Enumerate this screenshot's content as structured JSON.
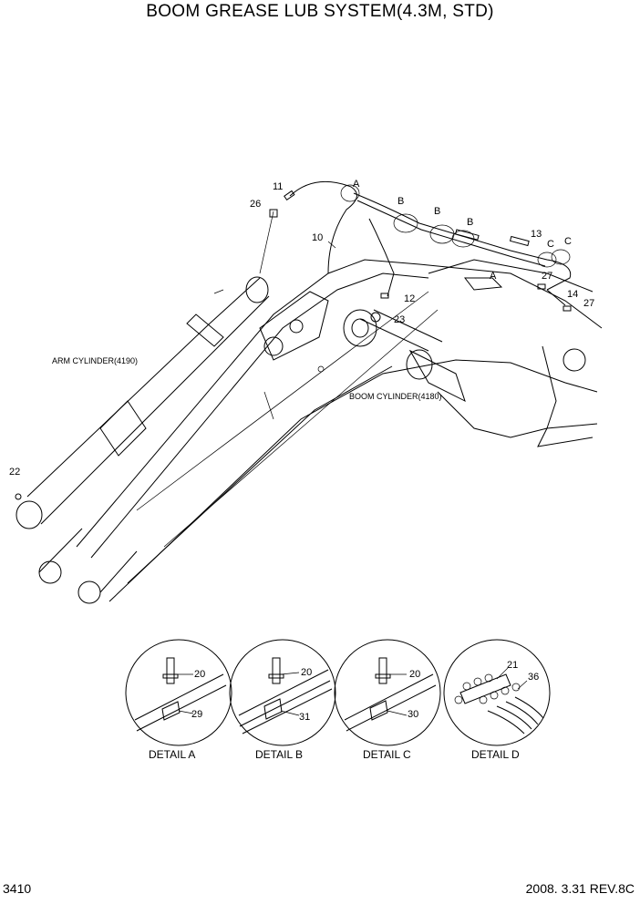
{
  "header": {
    "title": "BOOM GREASE LUB SYSTEM(4.3M, STD)"
  },
  "callouts": {
    "c11": "11",
    "c26": "26",
    "c10": "10",
    "c12": "12",
    "c23": "23",
    "c13": "13",
    "c27a": "27",
    "c14": "14",
    "c27b": "27",
    "c22": "22",
    "A1": "A",
    "A2": "A",
    "B1": "B",
    "B2": "B",
    "B3": "B",
    "C1": "C",
    "C2": "C"
  },
  "labels": {
    "arm_cylinder": "ARM CYLINDER(4190)",
    "boom_cylinder": "BOOM CYLINDER(4180)"
  },
  "details": [
    {
      "caption": "DETAIL A",
      "top_callout": "20",
      "bottom_callout": "29"
    },
    {
      "caption": "DETAIL B",
      "top_callout": "20",
      "bottom_callout": "31"
    },
    {
      "caption": "DETAIL C",
      "top_callout": "20",
      "bottom_callout": "30"
    },
    {
      "caption": "DETAIL D",
      "top_callout": "21",
      "bottom_callout": "36"
    }
  ],
  "footer": {
    "page_number": "3410",
    "revision": "2008. 3.31  REV.8C"
  }
}
